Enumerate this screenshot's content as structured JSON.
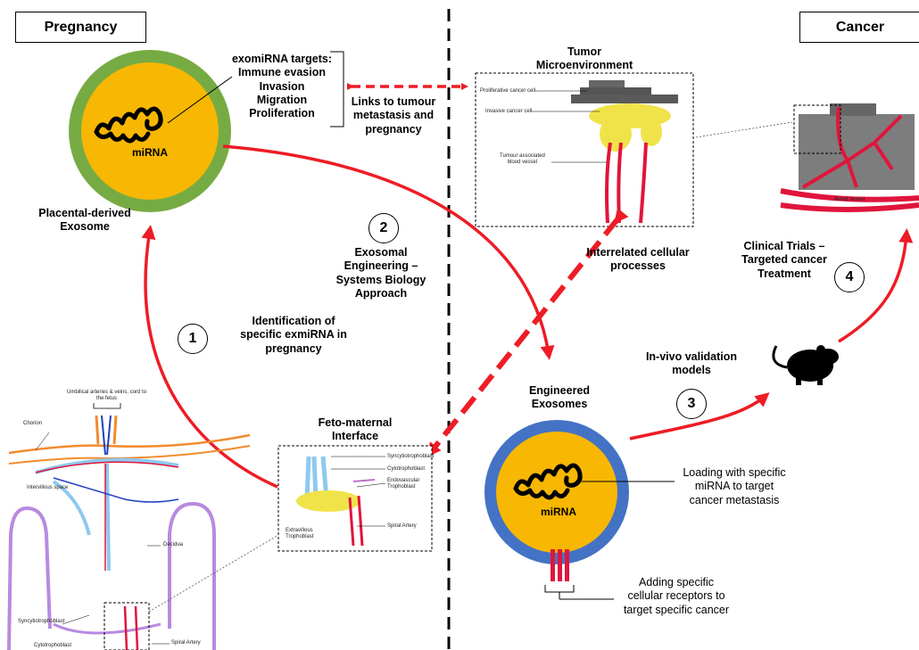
{
  "headers": {
    "left": "Pregnancy",
    "right": "Cancer"
  },
  "placental": {
    "mirna": "miRNA",
    "targets": [
      "exomiRNA targets:",
      "Immune evasion",
      "Invasion",
      "Migration",
      "Proliferation"
    ],
    "caption": [
      "Placental-derived",
      "Exosome"
    ]
  },
  "links": [
    "Links to tumour",
    "metastasis and",
    "pregnancy"
  ],
  "tumor": {
    "title": [
      "Tumor",
      "Microenvironment"
    ],
    "labels": [
      "Proliferative cancer cell",
      "Invasive cancer cell",
      "Tumour associated",
      "blood vessel"
    ]
  },
  "cancer_tissue": {
    "blood_vessel": "Blood vessel"
  },
  "steps": [
    {
      "num": "1",
      "text": [
        "Identification of",
        "specific exmiRNA in",
        "pregnancy"
      ]
    },
    {
      "num": "2",
      "text": [
        "Exosomal",
        "Engineering –",
        "Systems Biology",
        "Approach"
      ]
    },
    {
      "num": "3",
      "text": [
        "In-vivo validation",
        "models"
      ]
    },
    {
      "num": "4",
      "text": [
        "Clinical Trials –",
        "Targeted cancer",
        "Treatment"
      ]
    }
  ],
  "interrelated": [
    "Interrelated cellular",
    "processes"
  ],
  "engineered": {
    "title": [
      "Engineered",
      "Exosomes"
    ],
    "mirna": "miRNA",
    "loading": [
      "Loading with specific",
      "miRNA to target",
      "cancer metastasis"
    ],
    "receptors": [
      "Adding specific",
      "cellular receptors to",
      "target specific cancer"
    ]
  },
  "fetomaternal": {
    "title": [
      "Feto-maternal",
      "Interface"
    ],
    "labels": [
      "Syncytiotrophoblast",
      "Cytotrophoblast",
      "Endovascular",
      "Trophoblast",
      "Extravillous",
      "Trophoblast",
      "Spiral Artery"
    ]
  },
  "placenta": {
    "labels": [
      "Umbilical arteries & veins, cord to",
      "the fetus",
      "Chorion",
      "Intervillous space",
      "Decidua",
      "Syncytiotrophoblast",
      "Cytotrophoblast",
      "Spiral Artery"
    ]
  },
  "colors": {
    "exosome_ring": "#76ab43",
    "exosome_core": "#f7b703",
    "engineered_ring": "#4472c4",
    "arrow_red": "#ee1c25"
  }
}
